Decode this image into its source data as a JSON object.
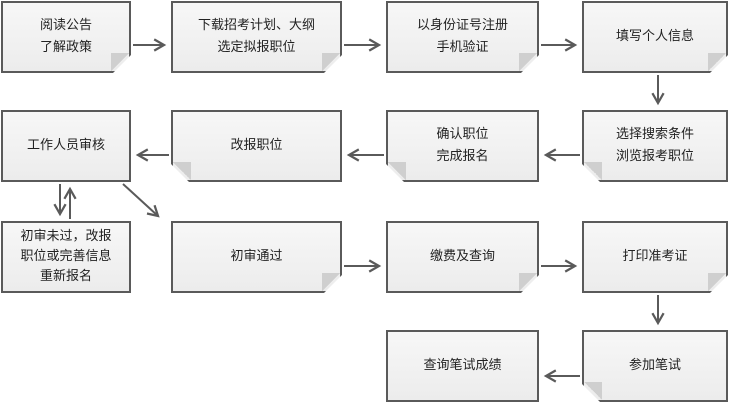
{
  "diagram": {
    "steps": {
      "s1": "阅读公告\n了解政策",
      "s2": "下载招考计划、大纲\n选定拟报职位",
      "s3": "以身份证号注册\n手机验证",
      "s4": "填写个人信息",
      "s5": "选择搜索条件\n浏览报考职位",
      "s6": "确认职位\n完成报名",
      "s7": "改报职位",
      "s8": "工作人员审核",
      "s9": "初审未过，改报\n职位或完善信息\n重新报名",
      "s10": "初审通过",
      "s11": "缴费及查询",
      "s12": "打印准考证",
      "s13": "参加笔试",
      "s14": "查询笔试成绩"
    },
    "colors": {
      "border": "#5a5a5a",
      "fill": "#f0f0f0",
      "fold": "#cfcfcf",
      "arrow": "#5a5a5a"
    }
  }
}
